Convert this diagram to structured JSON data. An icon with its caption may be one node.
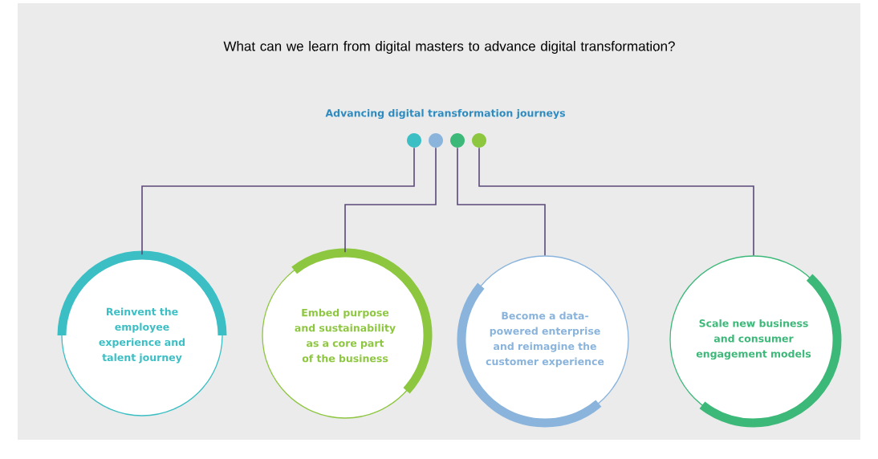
{
  "diagram": {
    "title": "What can we learn from digital masters to advance digital transformation?",
    "nodes": [
      {
        "text": [],
        "shape": "circle"
      },
      {
        "text": [],
        "shape": "circle"
      },
      {
        "text": [],
        "shape": "circle"
      },
      {
        "text": [],
        "shape": "circle"
      },
      {
        "text": [
          "Reinvent the employee experience and talent journey"
        ]
      },
      {
        "text": [
          "Embed purpose and sustainability as a core part of the business"
        ]
      },
      {
        "text": [
          "Become a data-powered enterprise and reimagine the customer experience"
        ]
      },
      {
        "text": [
          "Scale new business and consumer engagement models"
        ]
      }
    ],
    "edges": [
      {
        "from": 0,
        "to": 4,
        "arrow": "none"
      },
      {
        "from": 1,
        "to": 5,
        "arrow": "none"
      },
      {
        "from": 2,
        "to": 6,
        "arrow": "none"
      },
      {
        "from": 3,
        "to": 7,
        "arrow": "none"
      }
    ],
    "labels": [
      "Advancing digital transformation journeys"
    ]
  }
}
